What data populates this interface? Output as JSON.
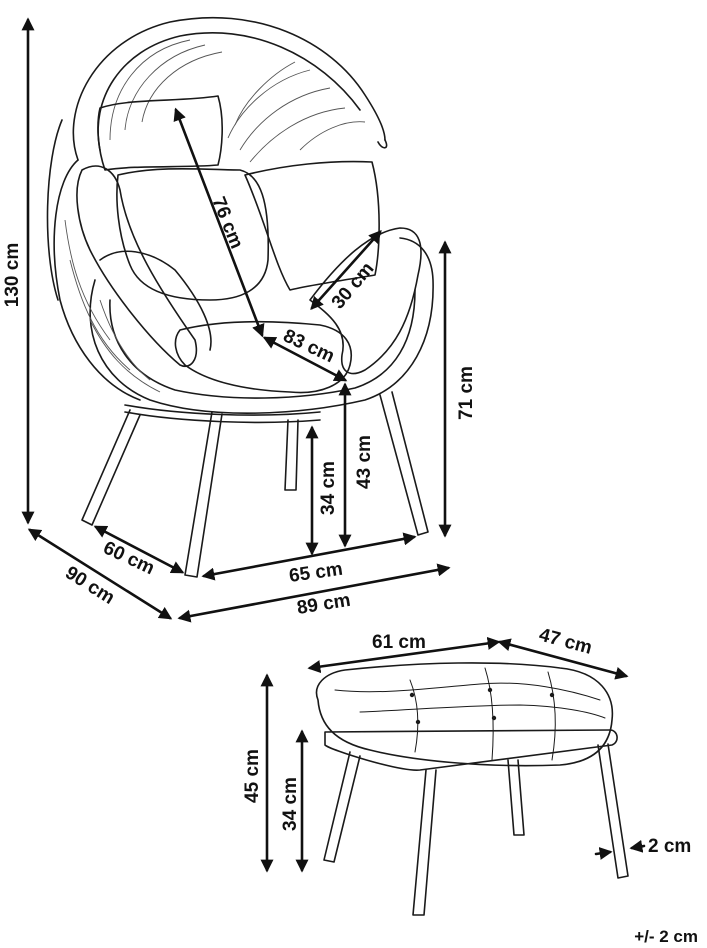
{
  "dimensions": {
    "chair_height": "130 cm",
    "backrest_cushion": "76 cm",
    "side_cushion": "30 cm",
    "seat_width_inner": "83 cm",
    "armrest_height": "71 cm",
    "seat_height_top": "43 cm",
    "seat_height": "34 cm",
    "depth_legs": "60 cm",
    "width_legs": "65 cm",
    "depth_total": "90 cm",
    "width_total": "89 cm",
    "ottoman_width": "61 cm",
    "ottoman_depth": "47 cm",
    "ottoman_height": "45 cm",
    "ottoman_frame_height": "34 cm",
    "leg_diameter": "2 cm",
    "tolerance": "+/- 2 cm"
  }
}
